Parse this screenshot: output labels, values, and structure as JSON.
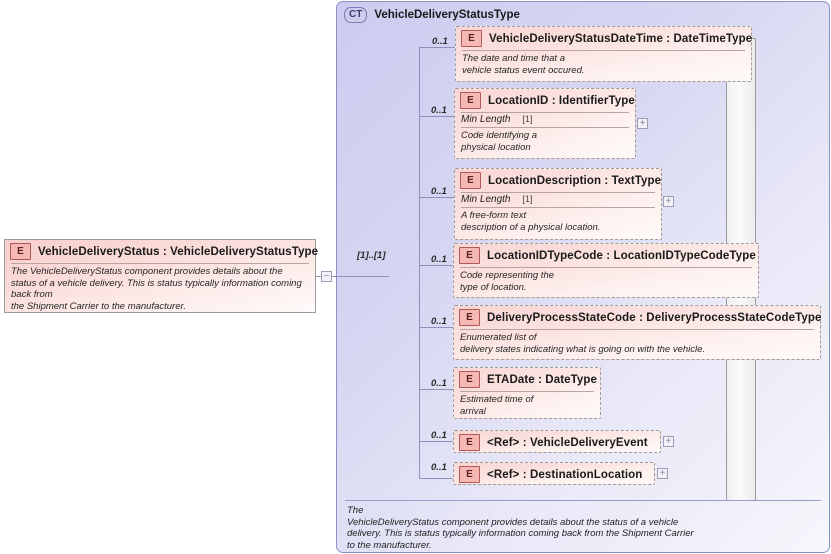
{
  "diagram": {
    "type": "xsd-element-diagram",
    "root_element": {
      "icon": "E",
      "name": "VehicleDeliveryStatus",
      "separator": ":",
      "type": "VehicleDeliveryStatusType",
      "title": "VehicleDeliveryStatus  :  VehicleDeliveryStatusType",
      "documentation": "The VehicleDeliveryStatus component provides details about the\nstatus of a vehicle delivery. This is status typically information coming\nback from\nthe Shipment Carrier to the manufacturer.",
      "collapse_toggle": "−",
      "occurrence": "[1]..[1]"
    },
    "complex_type": {
      "badge": "CT",
      "name": "VehicleDeliveryStatusType",
      "compositor": "sequence",
      "documentation": "The\nVehicleDeliveryStatus component provides details about the status of a vehicle\ndelivery. This is status typically information coming back from the Shipment Carrier\nto the manufacturer."
    },
    "children": [
      {
        "icon": "E",
        "name": "VehicleDeliveryStatusDateTime",
        "separator": ":",
        "type": "DateTimeType",
        "title": "VehicleDeliveryStatusDateTime  :  DateTimeType",
        "cardinality": "0..1",
        "facet": null,
        "facet_value": null,
        "documentation": "The date and time that a\nvehicle status event occured.",
        "expander": null
      },
      {
        "icon": "E",
        "name": "LocationID",
        "separator": ":",
        "type": "IdentifierType",
        "title": "LocationID  :  IdentifierType",
        "cardinality": "0..1",
        "facet": "Min Length",
        "facet_value": "[1]",
        "documentation": "Code identifying a\nphysical location",
        "expander": "+"
      },
      {
        "icon": "E",
        "name": "LocationDescription",
        "separator": ":",
        "type": "TextType",
        "title": "LocationDescription  :  TextType",
        "cardinality": "0..1",
        "facet": "Min Length",
        "facet_value": "[1]",
        "documentation": "A free-form text\ndescription of a physical location.",
        "expander": "+"
      },
      {
        "icon": "E",
        "name": "LocationIDTypeCode",
        "separator": ":",
        "type": "LocationIDTypeCodeType",
        "title": "LocationIDTypeCode  :  LocationIDTypeCodeType",
        "cardinality": "0..1",
        "facet": null,
        "facet_value": null,
        "documentation": "Code representing the\ntype of location.",
        "expander": null
      },
      {
        "icon": "E",
        "name": "DeliveryProcessStateCode",
        "separator": ":",
        "type": "DeliveryProcessStateCodeType",
        "title": "DeliveryProcessStateCode  :  DeliveryProcessStateCodeType",
        "cardinality": "0..1",
        "facet": null,
        "facet_value": null,
        "documentation": "Enumerated list of\ndelivery states indicating what is going on with the vehicle.",
        "expander": null
      },
      {
        "icon": "E",
        "name": "ETADate",
        "separator": ":",
        "type": "DateType",
        "title": "ETADate  :  DateType",
        "cardinality": "0..1",
        "facet": null,
        "facet_value": null,
        "documentation": "Estimated time of\narrival",
        "expander": null
      },
      {
        "icon": "E",
        "name": "<Ref>",
        "separator": ":",
        "type": "VehicleDeliveryEvent",
        "title": "<Ref>        :  VehicleDeliveryEvent",
        "cardinality": "0..1",
        "facet": null,
        "facet_value": null,
        "documentation": null,
        "expander": "+"
      },
      {
        "icon": "E",
        "name": "<Ref>",
        "separator": ":",
        "type": "DestinationLocation",
        "title": "<Ref>        :  DestinationLocation",
        "cardinality": "0..1",
        "facet": null,
        "facet_value": null,
        "documentation": null,
        "expander": "+"
      }
    ],
    "colors": {
      "element_fill": "#f9d5d3",
      "element_border": "#9c9c9c",
      "badge_fill": "#f5b8b4",
      "badge_border": "#b05a57",
      "complex_type_fill": "#ccccf0",
      "complex_type_border": "#8f8fc0",
      "connector": "#9090b8"
    }
  }
}
